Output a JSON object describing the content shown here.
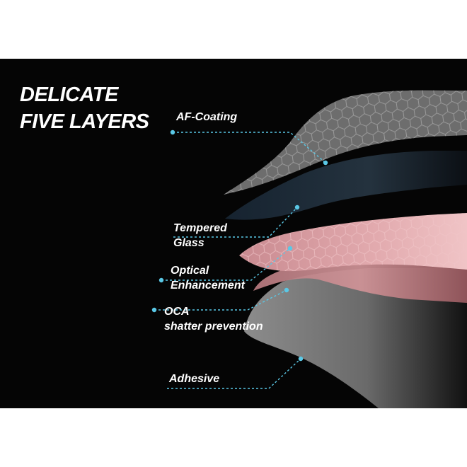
{
  "title": {
    "line1": "DELICATE",
    "line2": "FIVE LAYERS"
  },
  "layers": [
    {
      "id": "af-coating",
      "lines": [
        "AF-Coating"
      ]
    },
    {
      "id": "tempered-glass",
      "lines": [
        "Tempered",
        "Glass"
      ]
    },
    {
      "id": "optical-enhancement",
      "lines": [
        "Optical",
        "Enhancement"
      ]
    },
    {
      "id": "oca",
      "lines": [
        "OCA",
        "shatter prevention"
      ]
    },
    {
      "id": "adhesive",
      "lines": [
        "Adhesive"
      ]
    }
  ],
  "colors": {
    "background": "#050505",
    "leader_line": "#5ac8e6",
    "af_coating": "#6e6e6e",
    "tempered_glass": "#1d2a36",
    "optical_enhancement": "#c8898e",
    "oca": "#e0a5a9",
    "adhesive": "#8a8a8a"
  }
}
